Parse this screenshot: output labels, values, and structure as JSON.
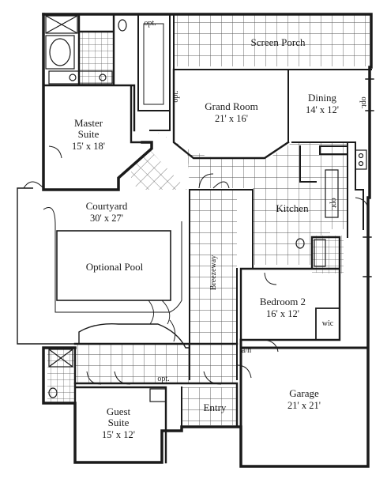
{
  "plan": {
    "screen_porch": "Screen Porch",
    "grand_room": {
      "name": "Grand Room",
      "dim": "21' x 16'"
    },
    "dining": {
      "name": "Dining",
      "dim": "14' x 12'"
    },
    "master_suite": {
      "name1": "Master",
      "name2": "Suite",
      "dim": "15' x 18'"
    },
    "courtyard": {
      "name": "Courtyard",
      "dim": "30' x 27'"
    },
    "optional_pool": "Optional Pool",
    "kitchen": "Kitchen",
    "breezeway": "Breezeway",
    "bedroom2": {
      "name": "Bedroom 2",
      "dim": "16' x 12'"
    },
    "wic": "wic",
    "ah": "a/h",
    "garage": {
      "name": "Garage",
      "dim": "21' x 21'"
    },
    "guest_suite": {
      "name1": "Guest",
      "name2": "Suite",
      "dim": "15' x 12'"
    },
    "entry": "Entry",
    "opt_label": "opt."
  },
  "colors": {
    "wall": "#1a1a1a",
    "tile": "#555555",
    "background": "#ffffff"
  }
}
